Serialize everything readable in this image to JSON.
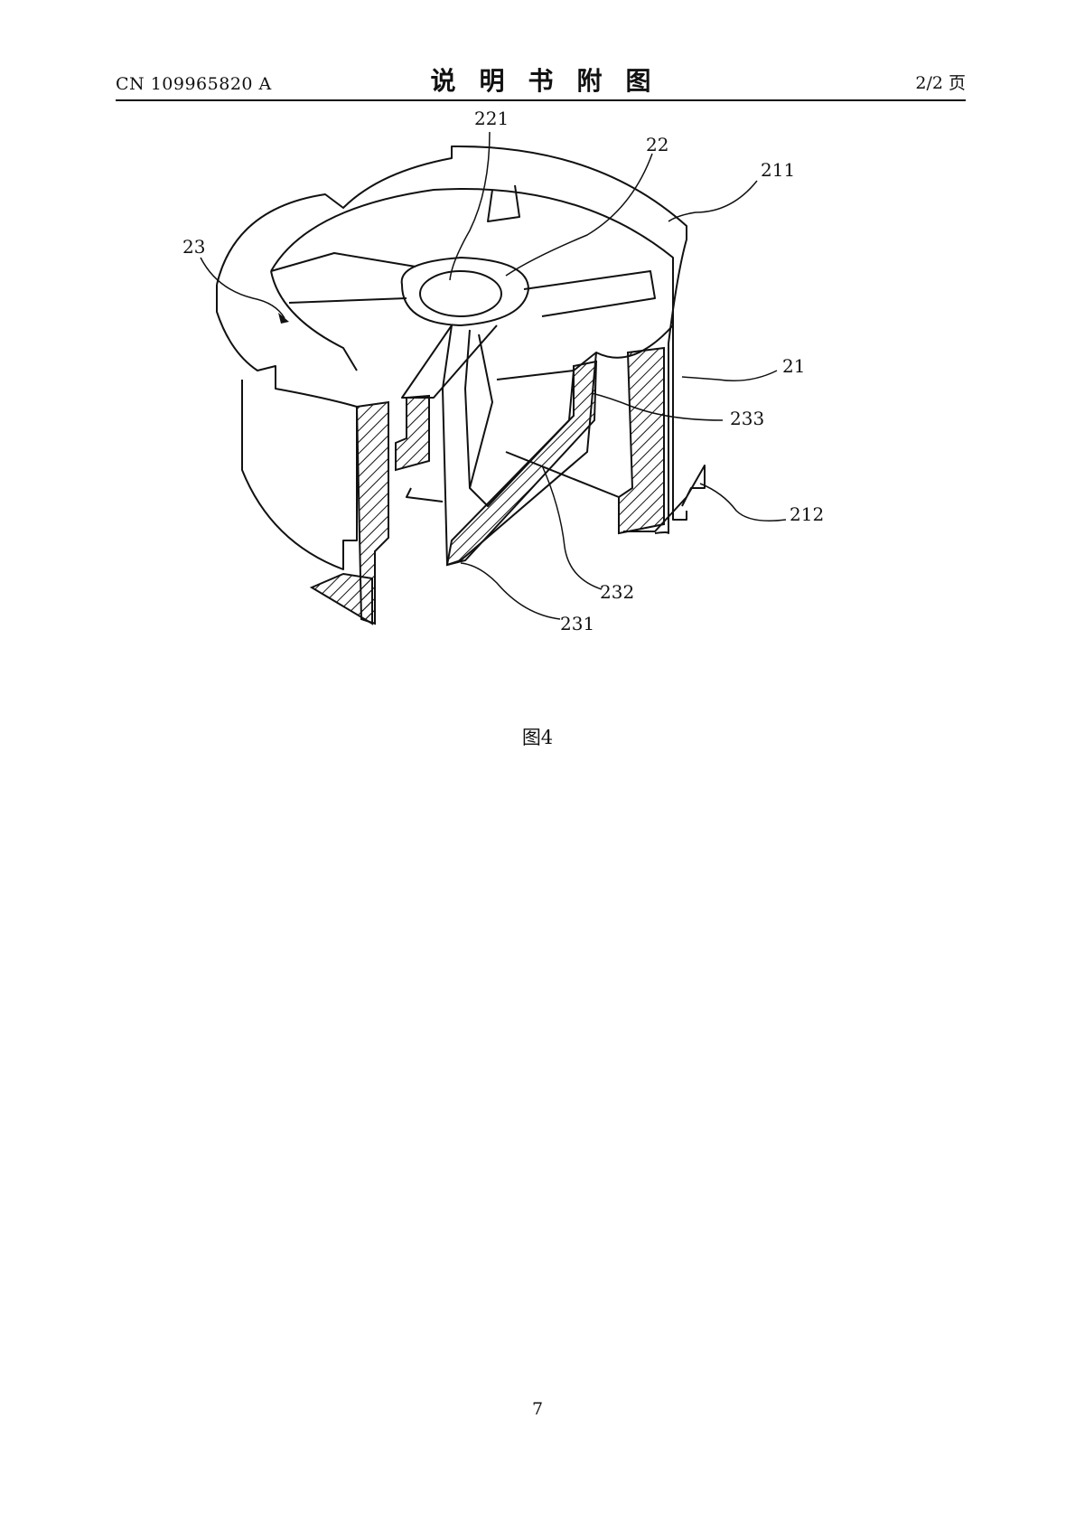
{
  "header": {
    "doc_number": "CN 109965820 A",
    "title": "说明书附图",
    "page_of": "2/2 页"
  },
  "figure": {
    "labels": {
      "l221": "221",
      "l22": "22",
      "l211": "211",
      "l23": "23",
      "l21": "21",
      "l233": "233",
      "l212": "212",
      "l232": "232",
      "l231": "231"
    },
    "caption": "图4"
  },
  "footer": {
    "page_number": "7"
  }
}
